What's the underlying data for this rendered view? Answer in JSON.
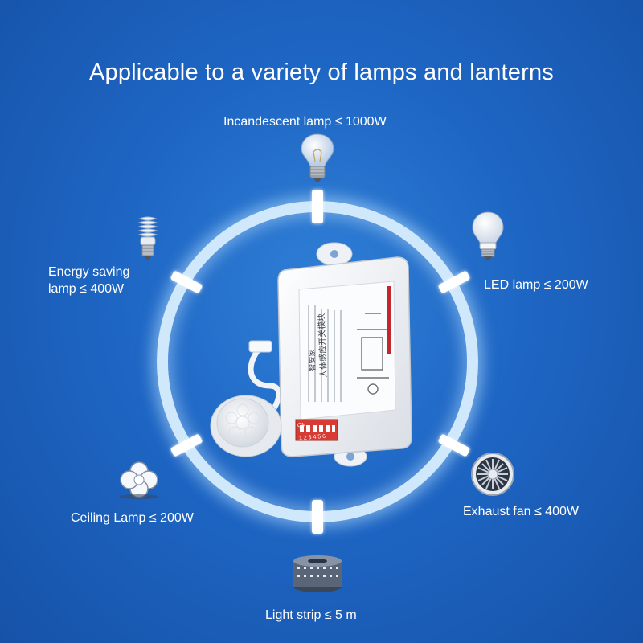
{
  "title": "Applicable to a variety of lamps and lanterns",
  "labels": {
    "incandescent": "Incandescent lamp ≤ 1000W",
    "energy_saving_line1": "Energy saving",
    "energy_saving_line2": "lamp ≤ 400W",
    "led": "LED lamp ≤ 200W",
    "ceiling": "Ceiling Lamp ≤ 200W",
    "exhaust_fan": "Exhaust fan ≤ 400W",
    "light_strip": "Light strip ≤ 5 m"
  },
  "device": {
    "brand": "智安家",
    "product_name": "人体感应开关模块",
    "dip_label": "ON",
    "dip_numbers": "1 2 3 4 5 6"
  },
  "icons": {
    "incandescent": "incandescent-bulb-icon",
    "energy_saving": "cfl-bulb-icon",
    "led": "led-bulb-icon",
    "ceiling": "ceiling-lamp-icon",
    "exhaust_fan": "exhaust-fan-icon",
    "light_strip": "led-strip-reel-icon"
  },
  "colors": {
    "background": "#1e66c4",
    "ring": "#cfe8fb",
    "text": "#ffffff",
    "dip_switch": "#e0443b"
  }
}
